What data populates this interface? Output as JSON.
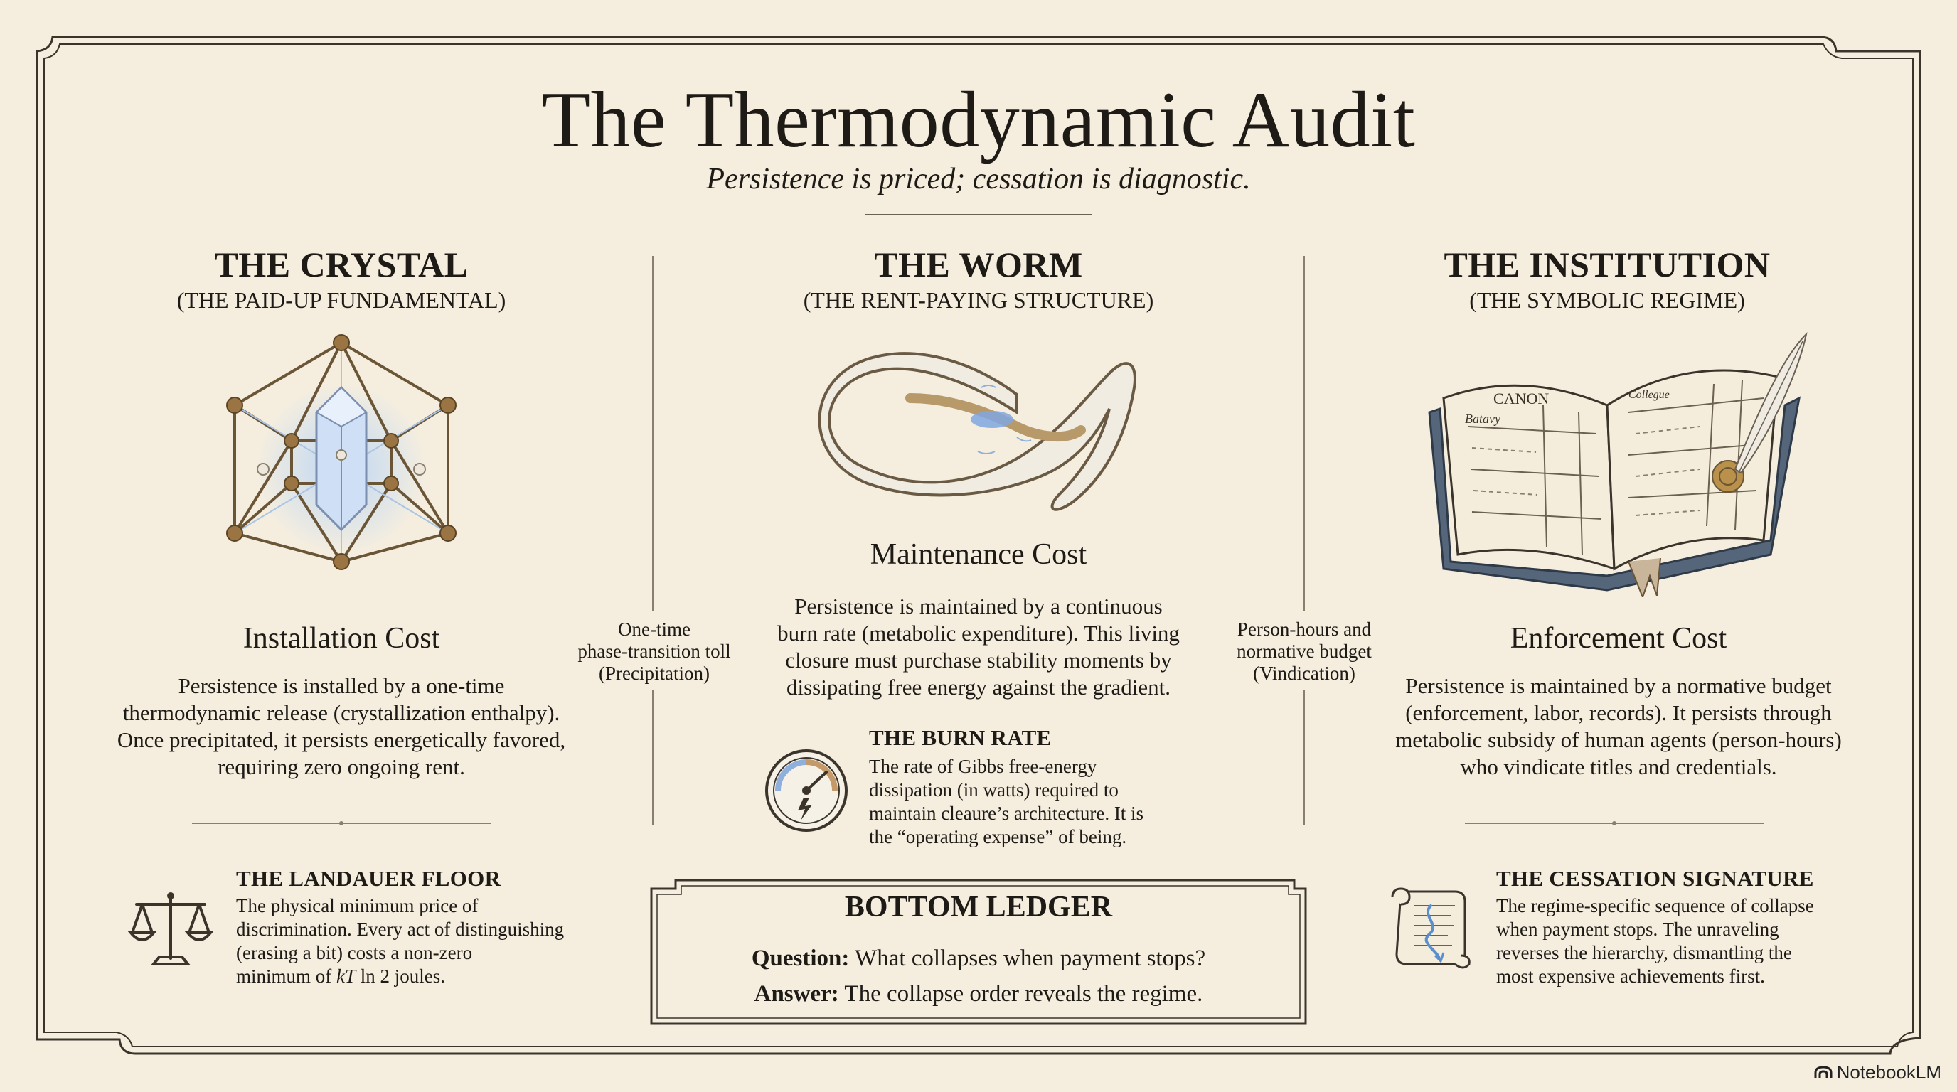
{
  "title": "The Thermodynamic Audit",
  "subtitle": "Persistence is priced; cessation is diagnostic.",
  "columns": {
    "crystal": {
      "title": "THE CRYSTAL",
      "subtitle": "(THE PAID-UP FUNDAMENTAL)",
      "cost_title": "Installation Cost",
      "cost_lines": [
        "Persistence is installed by a one-time",
        "thermodynamic release (crystallization enthalpy).",
        "Once precipitated, it persists energetically favored,",
        "requiring zero ongoing rent."
      ],
      "icon": "crystal-lattice-icon"
    },
    "worm": {
      "title": "THE WORM",
      "subtitle": "(THE RENT-PAYING STRUCTURE)",
      "cost_title": "Maintenance Cost",
      "cost_lines": [
        "Persistence is maintained by a continuous",
        "burn rate (metabolic expenditure). This living",
        "closure must purchase stability moments by",
        "dissipating free energy against the gradient."
      ],
      "icon": "worm-icon"
    },
    "institution": {
      "title": "THE INSTITUTION",
      "subtitle": "(THE SYMBOLIC REGIME)",
      "cost_title": "Enforcement Cost",
      "cost_lines": [
        "Persistence is maintained by a normative budget",
        "(enforcement, labor, records). It persists through",
        "metabolic subsidy of human agents (person-hours)",
        "who vindicate titles and credentials."
      ],
      "icon": "ledger-book-icon",
      "book_labels": {
        "canon": "CANON",
        "left_entry": "Batavy",
        "right_head": "Collegue"
      }
    }
  },
  "side_notes": {
    "left": [
      "One-time",
      "phase-transition toll",
      "(Precipitation)"
    ],
    "right": [
      "Person-hours and",
      "normative budget",
      "(Vindication)"
    ]
  },
  "landauer": {
    "heading": "THE LANDAUER FLOOR",
    "lines": [
      "The physical minimum price of",
      "discrimination. Every act of distinguishing",
      "(erasing a bit) costs a non-zero"
    ],
    "last_line_prefix": "minimum of ",
    "last_line_kT": "kT",
    "last_line_suffix": " ln 2 joules.",
    "icon": "balance-scale-icon"
  },
  "burn_rate": {
    "heading": "THE BURN RATE",
    "lines": [
      "The rate of Gibbs free-energy",
      "dissipation (in watts) required to",
      "maintain cleaure’s architecture. It is",
      "the “operating expense” of being."
    ],
    "icon": "gauge-icon"
  },
  "cessation": {
    "heading": "THE CESSATION SIGNATURE",
    "lines": [
      "The regime-specific sequence of collapse",
      "when payment stops. The unraveling",
      "reverses the hierarchy, dismantling the",
      "most expensive achievements first."
    ],
    "icon": "scroll-icon"
  },
  "ledger": {
    "heading": "BOTTOM LEDGER",
    "question_label": "Question:",
    "question_text": " What collapses when payment stops?",
    "answer_label": "Answer:",
    "answer_text": " The collapse order reveals the regime."
  },
  "brand": "NotebookLM"
}
